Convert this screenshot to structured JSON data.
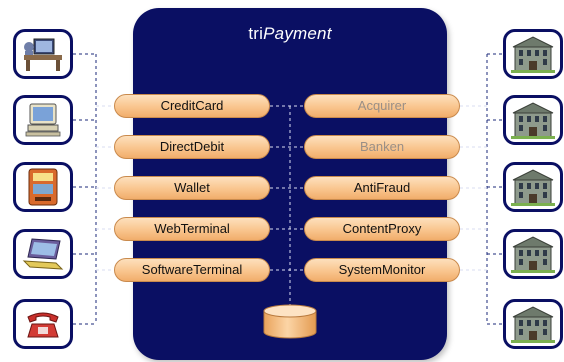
{
  "title": {
    "prefix": "tri",
    "main": "Payment"
  },
  "modules_left": [
    {
      "label": "CreditCard",
      "active": true
    },
    {
      "label": "DirectDebit",
      "active": true
    },
    {
      "label": "Wallet",
      "active": true
    },
    {
      "label": "WebTerminal",
      "active": true
    },
    {
      "label": "SoftwareTerminal",
      "active": true
    }
  ],
  "modules_right": [
    {
      "label": "Acquirer",
      "active": false
    },
    {
      "label": "Banken",
      "active": false
    },
    {
      "label": "AntiFraud",
      "active": true
    },
    {
      "label": "ContentProxy",
      "active": true
    },
    {
      "label": "SystemMonitor",
      "active": true
    }
  ],
  "clients": [
    {
      "icon": "workstation-icon"
    },
    {
      "icon": "desktop-computer-icon"
    },
    {
      "icon": "kiosk-terminal-icon"
    },
    {
      "icon": "laptop-icon"
    },
    {
      "icon": "telephone-icon"
    }
  ],
  "banks": [
    {
      "icon": "bank-building-icon"
    },
    {
      "icon": "bank-building-icon"
    },
    {
      "icon": "bank-building-icon"
    },
    {
      "icon": "bank-building-icon"
    },
    {
      "icon": "bank-building-icon"
    }
  ],
  "storage": {
    "icon": "database-icon"
  },
  "colors": {
    "panel": "#0a0f63",
    "pill": "#f9c58e",
    "pill_border": "#c98a4d",
    "dimmed_text": "#9a8f86"
  }
}
